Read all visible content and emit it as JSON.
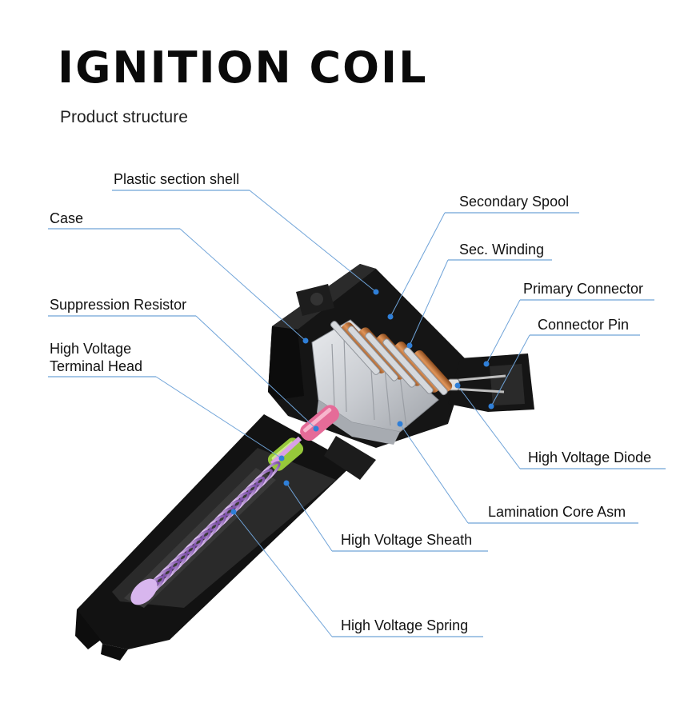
{
  "header": {
    "title": "IGNITION COIL",
    "subtitle": "Product structure"
  },
  "labels": {
    "plastic_section_shell": "Plastic section shell",
    "case": "Case",
    "suppression_resistor": "Suppression Resistor",
    "hv_terminal_head_line1": "High Voltage",
    "hv_terminal_head_line2": "Terminal Head",
    "secondary_spool": "Secondary Spool",
    "sec_winding": "Sec. Winding",
    "primary_connector": "Primary Connector",
    "connector_pin": "Connector Pin",
    "hv_diode": "High Voltage Diode",
    "lamination_core": "Lamination Core Asm",
    "hv_sheath": "High Voltage Sheath",
    "hv_spring": "High Voltage Spring"
  },
  "colors": {
    "leader_line": "#6fa3d8",
    "leader_dot": "#2f7fd8",
    "housing": "#141414",
    "spool": "#cfd2d6",
    "winding": "#c87a3a",
    "resistor": "#e86a9a",
    "terminal_head": "#9acd32",
    "spring": "#b58ad6"
  }
}
